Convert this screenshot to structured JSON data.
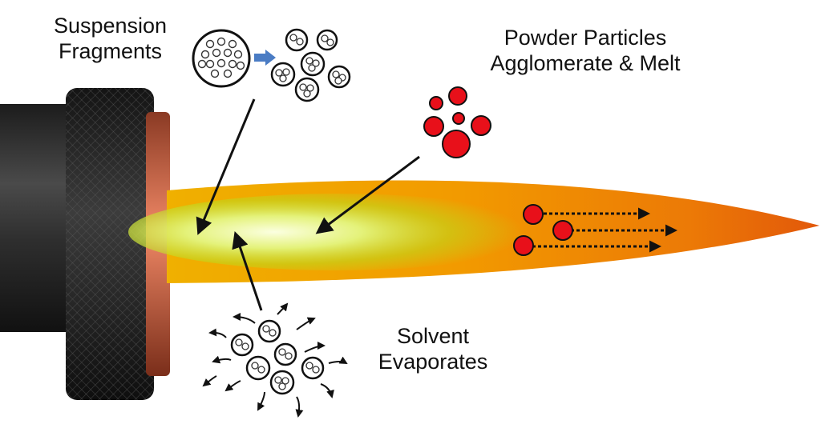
{
  "labels": {
    "suspension_line1": "Suspension",
    "suspension_line2": "Fragments",
    "powder_line1": "Powder Particles",
    "powder_line2": "Agglomerate & Melt",
    "solvent_line1": "Solvent",
    "solvent_line2": "Evaporates"
  },
  "colors": {
    "nozzle_body": "#2a2a2a",
    "nozzle_ring": "#c8583c",
    "flame_outer": "#e8640a",
    "flame_core": "#fbffe0",
    "flame_mid": "#c8e21c",
    "particle_red": "#e8101a",
    "arrow_blue": "#4a7cc4",
    "arrow_black": "#111111"
  },
  "icons": [
    "suspension-droplet-icon",
    "fragment-icon",
    "powder-particle-icon",
    "evaporation-icon",
    "trajectory-arrow-icon"
  ]
}
